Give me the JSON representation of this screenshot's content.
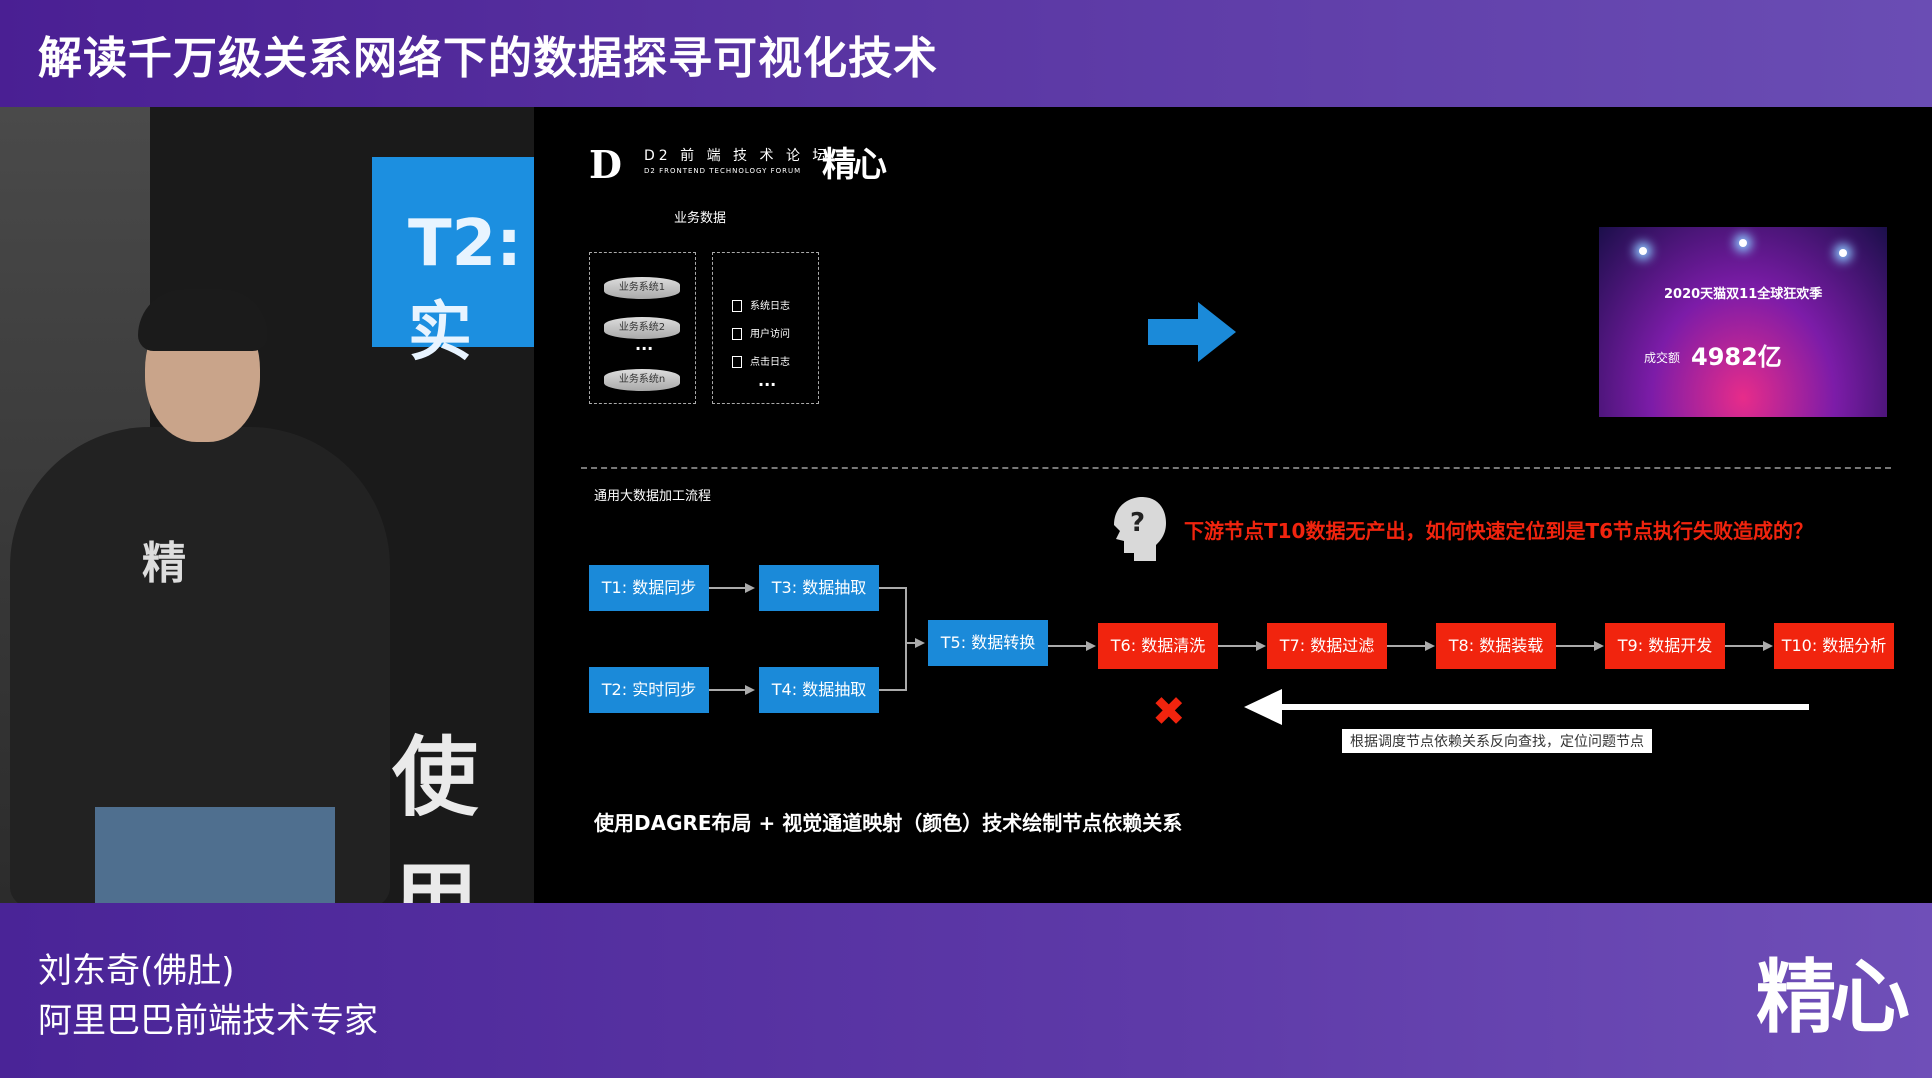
{
  "header": {
    "title": "解读千万级关系网络下的数据探寻可视化技术"
  },
  "footer": {
    "speaker_name": "刘东奇(佛肚)",
    "speaker_role": "阿里巴巴前端技术专家",
    "brand_logo": "精心"
  },
  "stage": {
    "screen_text_top": "T2: 实",
    "screen_text_bottom": "使用",
    "shirt_logo": "精"
  },
  "slide": {
    "forum_logo": "D",
    "forum_name_cn": "D2 前 端 技 术 论 坛",
    "forum_name_en": "D2 FRONTEND TECHNOLOGY FORUM",
    "forum_brand": "精心",
    "business_data_label": "业务数据",
    "databases": [
      "业务系统1",
      "业务系统2",
      "业务系统n"
    ],
    "db_ellipsis": "···",
    "logs": [
      "系统日志",
      "用户访问",
      "点击日志"
    ],
    "log_ellipsis": "···",
    "festival": {
      "title": "2020天猫双11全球狂欢季",
      "label": "成交额",
      "amount": "4982亿"
    },
    "pipeline_label": "通用大数据加工流程",
    "question_text": "下游节点T10数据无产出，如何快速定位到是T6节点执行失败造成的？",
    "nodes": {
      "t1": "T1: 数据同步",
      "t2": "T2: 实时同步",
      "t3": "T3: 数据抽取",
      "t4": "T4: 数据抽取",
      "t5": "T5: 数据转换",
      "t6": "T6: 数据清洗",
      "t7": "T7: 数据过滤",
      "t8": "T8: 数据装载",
      "t9": "T9: 数据开发",
      "t10": "T10: 数据分析"
    },
    "x_mark": "✖",
    "arrow_note": "根据调度节点依赖关系反向查找，定位问题节点",
    "bottom_note": "使用DAGRE布局 + 视觉通道映射（颜色）技术绘制节点依赖关系"
  },
  "colors": {
    "node_blue": "#1b8ad9",
    "node_red": "#f1240e",
    "header_purple": "#4a1f93"
  }
}
